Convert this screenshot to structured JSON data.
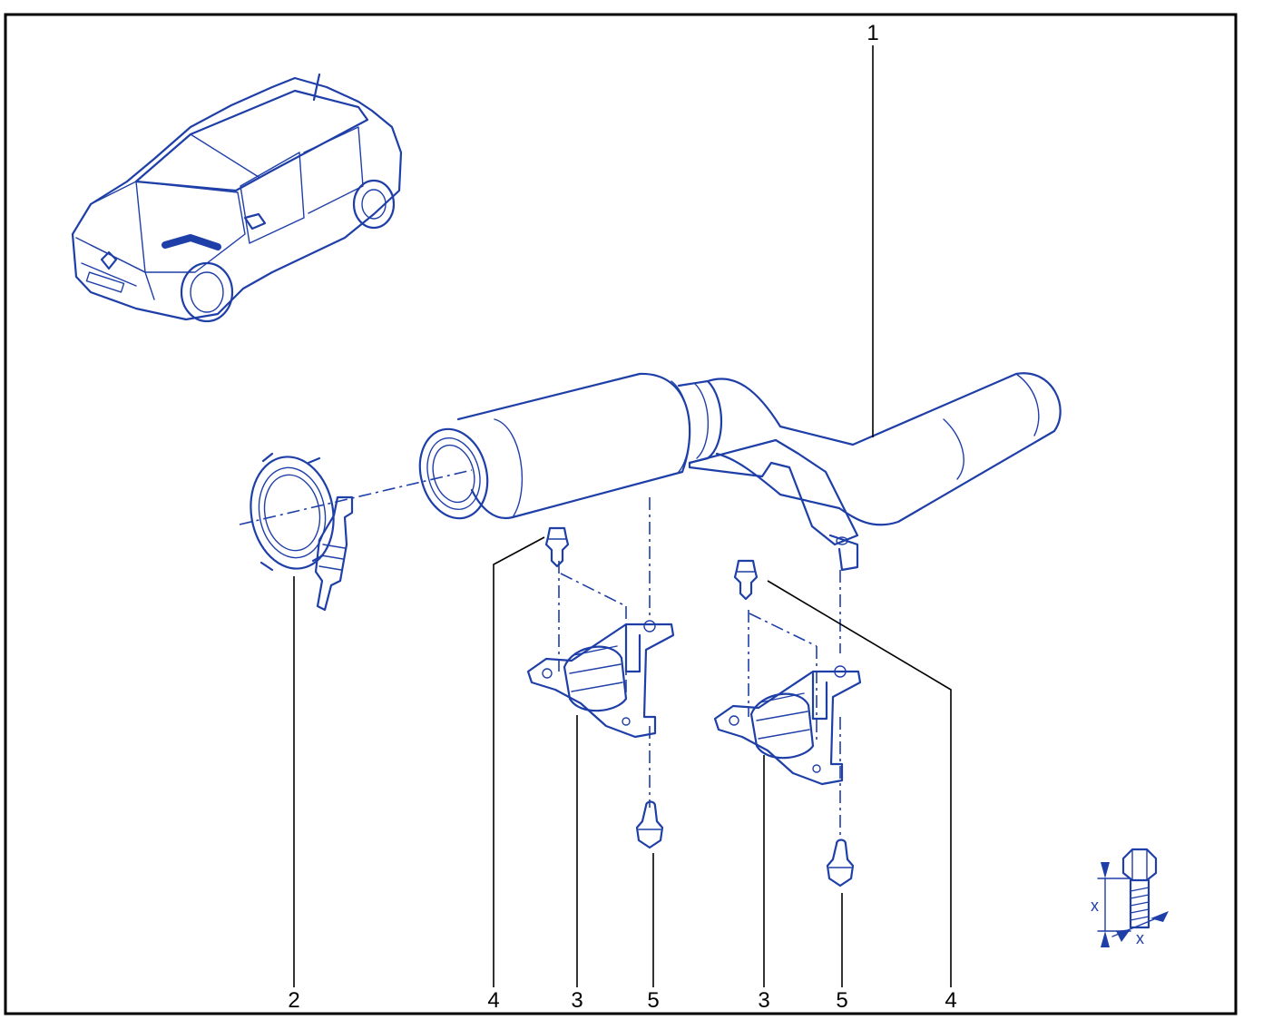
{
  "diagram": {
    "ink_color": "#1f3fa8",
    "frame_color": "#000000",
    "callouts": {
      "part_1": "1",
      "part_2": "2",
      "part_3a": "3",
      "part_3b": "3",
      "part_4a": "4",
      "part_4b": "4",
      "part_5a": "5",
      "part_5b": "5"
    },
    "bolt_gauge": {
      "length_symbol": "x",
      "diameter_symbol": "x"
    }
  }
}
